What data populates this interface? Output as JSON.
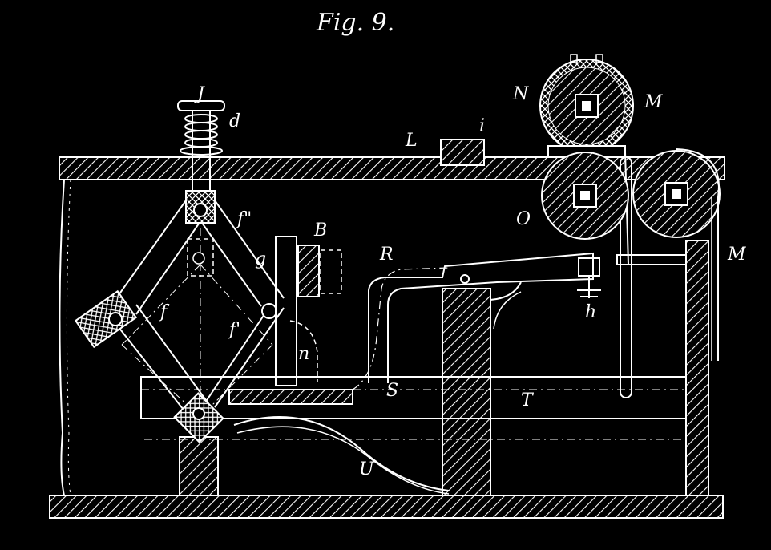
{
  "figure": {
    "title": "Fig. 9."
  },
  "colors": {
    "background": "#000000",
    "ink": "#ffffff"
  },
  "labels": {
    "J": "J",
    "d": "d",
    "L": "L",
    "i": "i",
    "N": "N",
    "M_top": "M",
    "O": "O",
    "M_right": "M",
    "f_double": "f\"",
    "g": "g",
    "B": "B",
    "R": "R",
    "f": "f",
    "f_prime": "f'",
    "n": "n",
    "h": "h",
    "S": "S",
    "T": "T",
    "U": "U"
  }
}
